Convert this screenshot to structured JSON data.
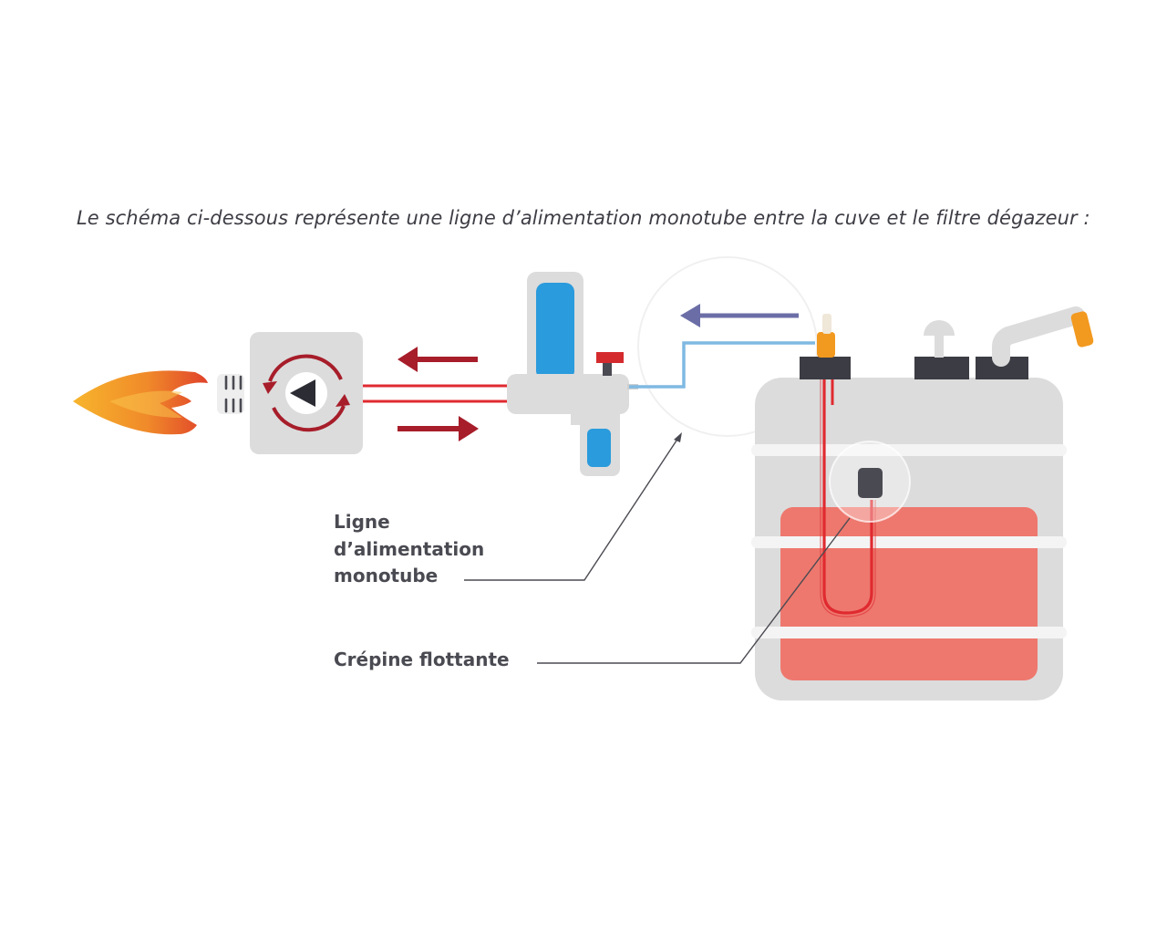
{
  "intro_text": "Le schéma ci-dessous représente une ligne d’alimentation monotube entre la cuve et le filtre dégazeur :",
  "labels": {
    "ligne_line1": "Ligne",
    "ligne_line2": "d’alimentation",
    "ligne_line3": "monotube",
    "crepine": "Crépine flottante"
  },
  "colors": {
    "supply_red": "#a71d2a",
    "pipe_red": "#e02a30",
    "monotube_blue": "#7fb9e2",
    "return_arrow": "#6b6ea6",
    "tank_gray": "#dcdcdc",
    "fuel_red": "#ee786e",
    "cap_dark": "#3c3c44",
    "accent_orange": "#f2991f",
    "filter_blue": "#2a9bdc"
  },
  "icons": [
    "flame-icon",
    "pump-icon",
    "degassing-filter-icon",
    "fuel-tank-icon",
    "flow-arrow-icon"
  ]
}
